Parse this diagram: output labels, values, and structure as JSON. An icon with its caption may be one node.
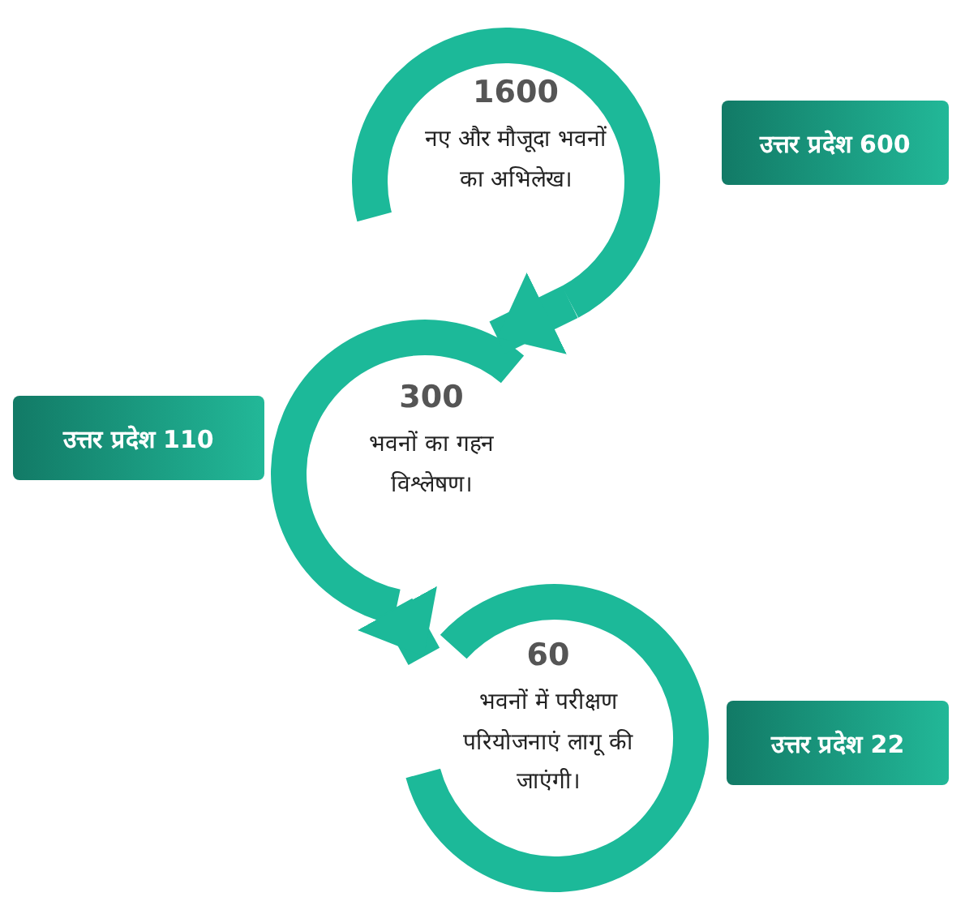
{
  "diagram": {
    "nodes": [
      {
        "text": [
          "1600",
          "नए और मौजूदा भवनों का अभिलेख।"
        ]
      },
      {
        "text": [
          "उत्तर प्रदेश 600"
        ]
      },
      {
        "text": [
          "300",
          "भवनों का गहन विश्लेषण।"
        ]
      },
      {
        "text": [
          "उत्तर प्रदेश 110"
        ]
      },
      {
        "text": [
          "60",
          "भवनों में परीक्षण परियोजनाएं लागू की जाएंगी।"
        ]
      },
      {
        "text": [
          "उत्तर प्रदेश 22"
        ]
      }
    ],
    "edges": [
      {
        "from": 0,
        "to": 2,
        "arrow": "to"
      },
      {
        "from": 2,
        "to": 4,
        "arrow": "to"
      }
    ]
  }
}
